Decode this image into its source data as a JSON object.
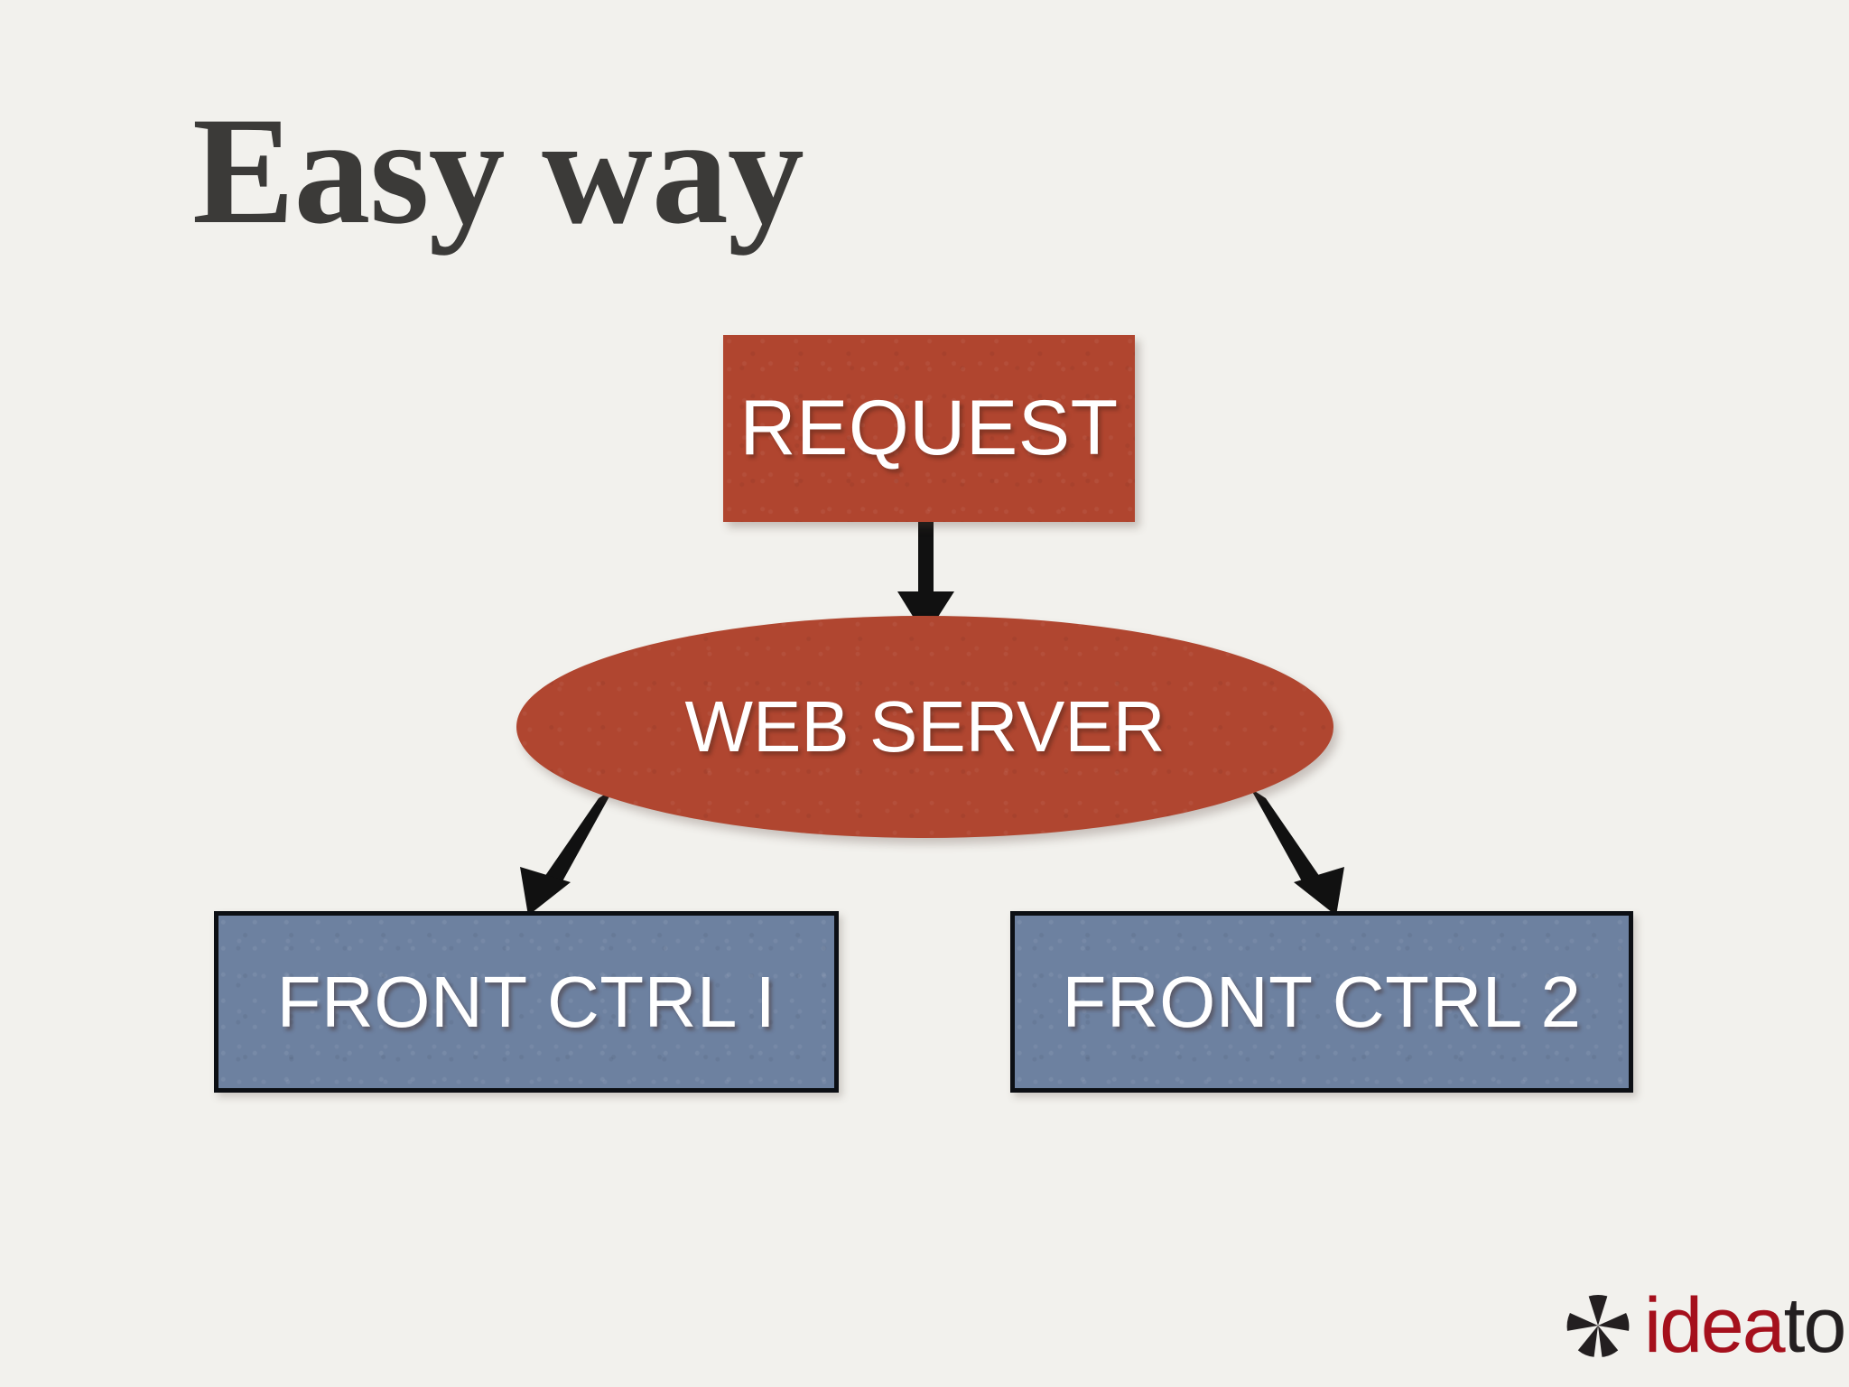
{
  "slide": {
    "title": "Easy way",
    "background_color": "#f2f1ed",
    "title_color": "#3b3a38"
  },
  "diagram": {
    "type": "flowchart",
    "nodes": [
      {
        "id": "request",
        "label": "REQUEST",
        "shape": "rectangle",
        "fill_color": "#b0452f",
        "text_color": "#ffffff"
      },
      {
        "id": "web-server",
        "label": "WEB SERVER",
        "shape": "ellipse",
        "fill_color": "#b04630",
        "text_color": "#ffffff"
      },
      {
        "id": "front-ctrl-1",
        "label": "FRONT CTRL I",
        "shape": "rectangle",
        "fill_color": "#6d81a0",
        "border_color": "#0c0f14",
        "text_color": "#ffffff"
      },
      {
        "id": "front-ctrl-2",
        "label": "FRONT CTRL 2",
        "shape": "rectangle",
        "fill_color": "#6d81a0",
        "border_color": "#0c0f14",
        "text_color": "#ffffff"
      }
    ],
    "edges": [
      {
        "from": "request",
        "to": "web-server",
        "style": "solid-arrow",
        "color": "#111111"
      },
      {
        "from": "web-server",
        "to": "front-ctrl-1",
        "style": "solid-arrow",
        "color": "#111111"
      },
      {
        "from": "web-server",
        "to": "front-ctrl-2",
        "style": "solid-arrow",
        "color": "#111111"
      }
    ]
  },
  "logo": {
    "mark": "asterisk-icon",
    "mark_color": "#231f20",
    "name_primary": "idea",
    "name_secondary": "to",
    "primary_color": "#a5101c",
    "secondary_color": "#231f20"
  }
}
